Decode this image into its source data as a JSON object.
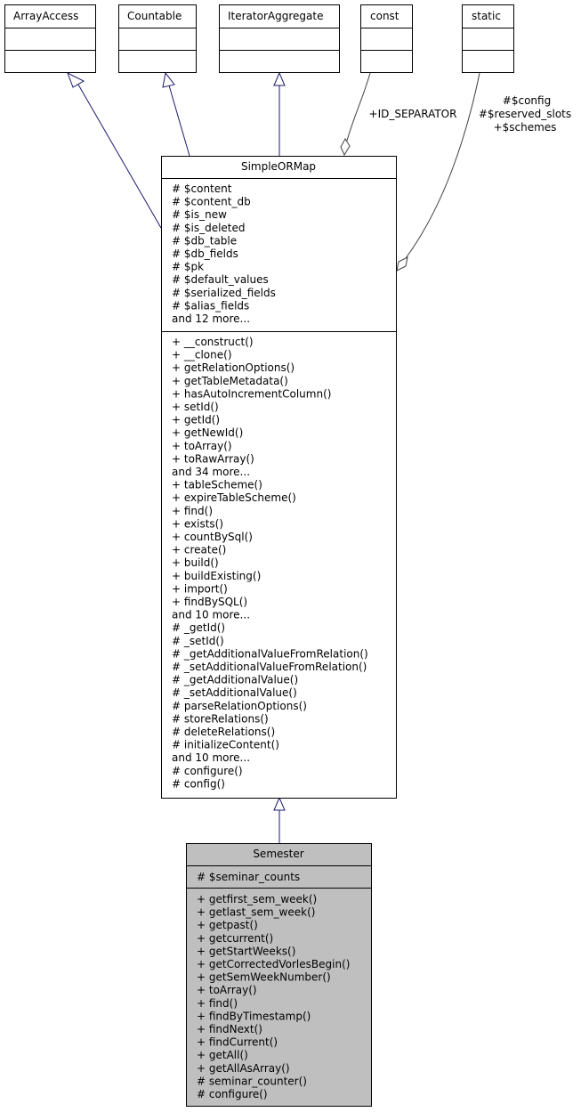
{
  "interfaces": [
    {
      "name": "ArrayAccess"
    },
    {
      "name": "Countable"
    },
    {
      "name": "IteratorAggregate"
    },
    {
      "name": "const"
    },
    {
      "name": "static"
    }
  ],
  "base_class": {
    "name": "SimpleORMap",
    "attributes": [
      "# $content",
      "# $content_db",
      "# $is_new",
      "# $is_deleted",
      "# $db_table",
      "# $db_fields",
      "# $pk",
      "# $default_values",
      "# $serialized_fields",
      "# $alias_fields",
      "and 12 more..."
    ],
    "methods": [
      "+ __construct()",
      "+ __clone()",
      "+ getRelationOptions()",
      "+ getTableMetadata()",
      "+ hasAutoIncrementColumn()",
      "+ setId()",
      "+ getId()",
      "+ getNewId()",
      "+ toArray()",
      "+ toRawArray()",
      "and 34 more...",
      "+ tableScheme()",
      "+ expireTableScheme()",
      "+ find()",
      "+ exists()",
      "+ countBySql()",
      "+ create()",
      "+ build()",
      "+ buildExisting()",
      "+ import()",
      "+ findBySQL()",
      "and 10 more...",
      "# _getId()",
      "# _setId()",
      "# _getAdditionalValueFromRelation()",
      "# _setAdditionalValueFromRelation()",
      "# _getAdditionalValue()",
      "# _setAdditionalValue()",
      "# parseRelationOptions()",
      "# storeRelations()",
      "# deleteRelations()",
      "# initializeContent()",
      "and 10 more...",
      "# configure()",
      "# config()"
    ]
  },
  "derived_class": {
    "name": "Semester",
    "attributes": [
      "# $seminar_counts"
    ],
    "methods": [
      "+ getfirst_sem_week()",
      "+ getlast_sem_week()",
      "+ getpast()",
      "+ getcurrent()",
      "+ getStartWeeks()",
      "+ getCorrectedVorlesBegin()",
      "+ getSemWeekNumber()",
      "+ toArray()",
      "+ find()",
      "+ findByTimestamp()",
      "+ findNext()",
      "+ findCurrent()",
      "+ getAll()",
      "+ getAllAsArray()",
      "# seminar_counter()",
      "# configure()"
    ]
  },
  "edge_labels": {
    "const_to_base": "+ID_SEPARATOR",
    "static_to_base": [
      "#$config",
      "#$reserved_slots",
      "+$schemes"
    ]
  },
  "colors": {
    "inheritance_edge": "#191970",
    "usage_edge": "#404040",
    "highlight_fill": "#bfbfbf"
  }
}
